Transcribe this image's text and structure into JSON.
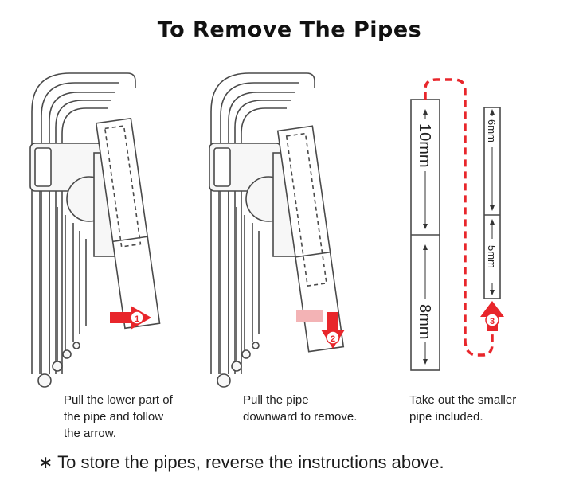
{
  "title": "To Remove The Pipes",
  "steps": [
    {
      "number": "1",
      "lines": [
        "Pull the lower part of",
        "the pipe and follow",
        "the arrow."
      ]
    },
    {
      "number": "2",
      "lines": [
        "Pull the pipe",
        "downward to remove."
      ]
    },
    {
      "number": "3",
      "lines": [
        "Take out the smaller",
        "pipe included."
      ]
    }
  ],
  "pipe_labels": {
    "large_top": "10mm",
    "large_bottom": "8mm",
    "small_top": "6mm",
    "small_bottom": "5mm"
  },
  "footnote": "∗ To store the pipes, reverse the instructions above.",
  "colors": {
    "arrow": "#e8262b",
    "arrow_faded": "#f3b3b5",
    "line": "#4a4a4a",
    "fill": "#f7f7f7"
  }
}
